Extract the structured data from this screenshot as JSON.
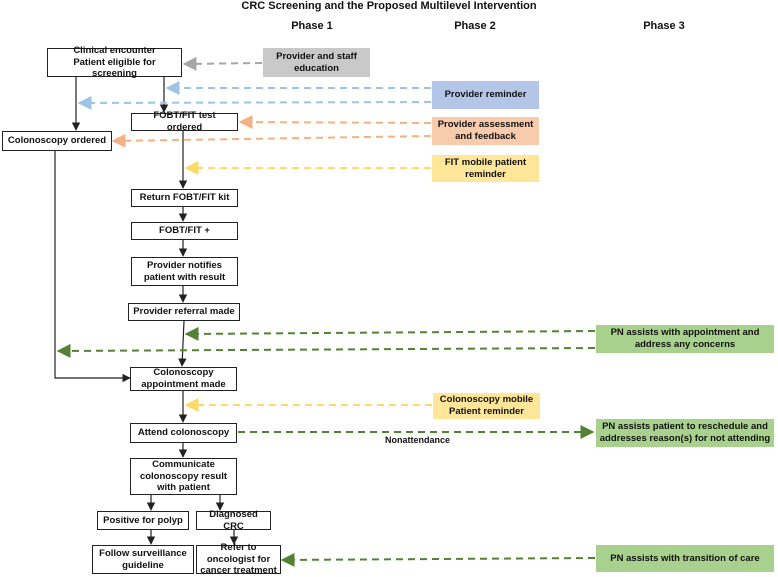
{
  "title": "CRC Screening and the Proposed Multilevel Intervention",
  "phases": [
    "Phase 1",
    "Phase 2",
    "Phase 3"
  ],
  "flow_nodes": {
    "clinical_encounter": "Clinical encounter\nPatient eligible for screening",
    "colonoscopy_ordered": "Colonoscopy ordered",
    "fobt_ordered": "FOBT/FIT test ordered",
    "return_kit": "Return FOBT/FIT kit",
    "fobt_positive": "FOBT/FIT +",
    "provider_notifies": "Provider notifies\npatient with result",
    "provider_referral": "Provider referral made",
    "colonoscopy_appointment": "Colonoscopy\nappointment made",
    "attend_colonoscopy": "Attend colonoscopy",
    "communicate_result": "Communicate\ncolonoscopy result\nwith patient",
    "positive_polyp": "Positive for polyp",
    "diagnosed_crc": "Diagnosed CRC",
    "follow_surveillance": "Follow surveillance\nguideline",
    "refer_oncologist": "Refer to oncologist for\ncancer treatment"
  },
  "interventions": {
    "provider_staff_education": "Provider and staff\neducation",
    "provider_reminder": "Provider reminder",
    "provider_assessment": "Provider assessment\nand feedback",
    "fit_mobile_reminder": "FIT mobile patient\nreminder",
    "pn_appointment": "PN assists with appointment and\naddress any concerns",
    "colonoscopy_mobile_reminder": "Colonoscopy mobile\nPatient reminder",
    "pn_reschedule": "PN assists patient to reschedule and\naddresses reason(s) for not attending",
    "pn_transition": "PN assists with transition of care"
  },
  "notes": {
    "nonattendance": "Nonattendance"
  },
  "colors": {
    "gray": "#c9c9c9",
    "blue": "#b4c6e7",
    "peach": "#f8cbad",
    "yellow": "#ffe699",
    "green": "#a9d18e",
    "dark_green": "#548235"
  }
}
